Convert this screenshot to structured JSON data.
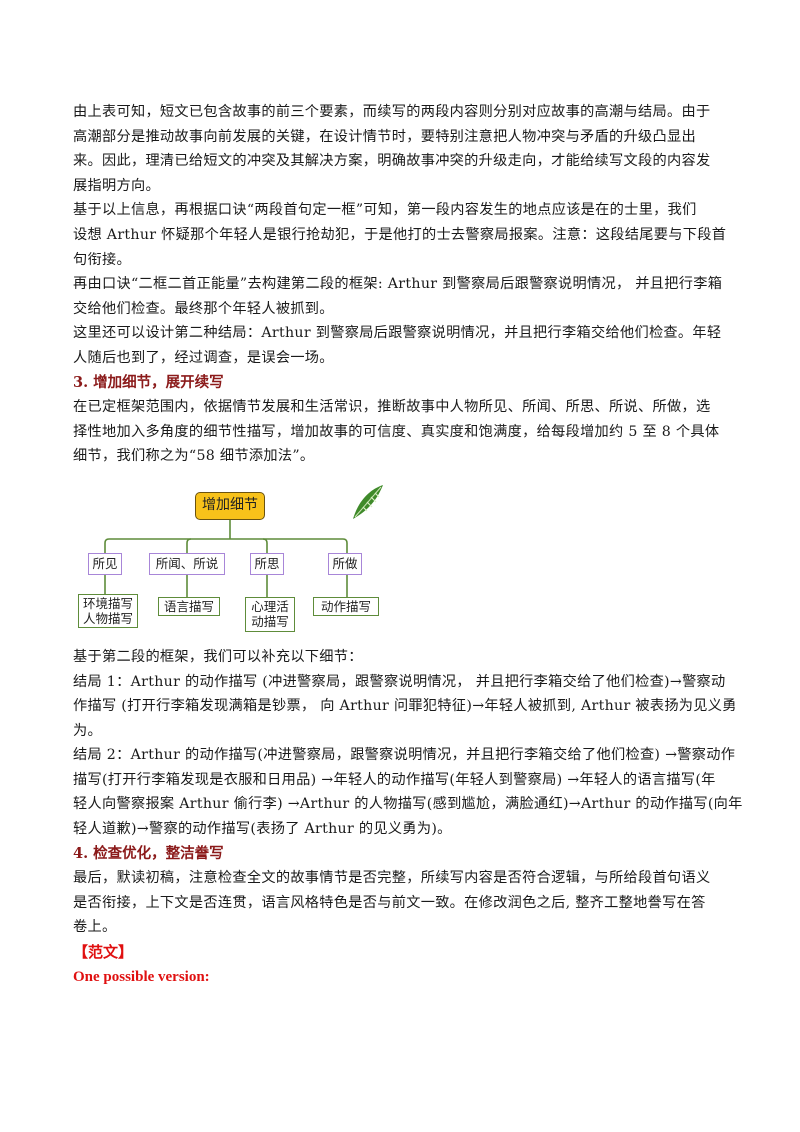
{
  "para1": [
    "由上表可知，短文已包含故事的前三个要素，而续写的两段内容则分别对应故事的高潮与结局。由于",
    "高潮部分是推动故事向前发展的关键，在设计情节时，要特别注意把人物冲突与矛盾的升级凸显出",
    "来。因此，理清已给短文的冲突及其解决方案，明确故事冲突的升级走向，才能给续写文段的内容发",
    "展指明方向。"
  ],
  "para2": [
    "基于以上信息，再根据口诀“两段首句定一框”可知，第一段内容发生的地点应该是在的士里，我们",
    "设想 Arthur 怀疑那个年轻人是银行抢劫犯，于是他打的士去警察局报案。注意：这段结尾要与下段首",
    "句衔接。"
  ],
  "para3": [
    "再由口诀“二框二首正能量”去构建第二段的框架: Arthur 到警察局后跟警察说明情况，  并且把行李箱",
    "交给他们检查。最终那个年轻人被抓到。"
  ],
  "para4": [
    "这里还可以设计第二种结局：Arthur 到警察局后跟警察说明情况，并且把行李箱交给他们检查。年轻",
    "人随后也到了，经过调查，是误会一场。"
  ],
  "heading3": "3. 增加细节，展开续写",
  "para5": [
    "在已定框架范围内，依据情节发展和生活常识，推断故事中人物所见、所闻、所思、所说、所做，选",
    "择性地加入多角度的细节性描写，增加故事的可信度、真实度和饱满度，给每段增加约 5 至 8 个具体",
    "细节，我们称之为“58 细节添加法”。"
  ],
  "diagram": {
    "root": "增加细节",
    "categories": [
      "所见",
      "所闻、所说",
      "所思",
      "所做"
    ],
    "leaves": [
      [
        "环境描写",
        "人物描写"
      ],
      [
        "语言描写"
      ],
      [
        "心理活",
        "动描写"
      ],
      [
        "动作描写"
      ]
    ],
    "colors": {
      "root_fill": "#f8c21a",
      "line": "#5e8c3a",
      "category_border": "#a886d8",
      "leaf_border": "#5e8c3a"
    },
    "decoration": "leaf-icon"
  },
  "para6": [
    "基于第二段的框架，我们可以补充以下细节："
  ],
  "ending1": [
    "结局 1：Arthur 的动作描写 (冲进警察局，跟警察说明情况，  并且把行李箱交给了他们检查)→警察动",
    "作描写 (打开行李箱发现满箱是钞票，  向 Arthur 问罪犯特征)→年轻人被抓到, Arthur 被表扬为见义勇",
    "为。"
  ],
  "ending2": [
    "结局 2：Arthur 的动作描写(冲进警察局，跟警察说明情况，并且把行李箱交给了他们检查) →警察动作",
    "描写(打开行李箱发现是衣服和日用品) →年轻人的动作描写(年轻人到警察局) →年轻人的语言描写(年",
    "轻人向警察报案 Arthur 偷行李) →Arthur 的人物描写(感到尴尬，满脸通红)→Arthur 的动作描写(向年",
    "轻人道歉)→警察的动作描写(表扬了 Arthur 的见义勇为)。"
  ],
  "heading4": "4. 检查优化，整洁誊写",
  "para7": [
    "最后，默读初稿，注意检查全文的故事情节是否完整，所续写内容是否符合逻辑，与所给段首句语义",
    "是否衔接，上下文是否连贯，语言风格特色是否与前文一致。在修改润色之后, 整齐工整地誊写在答",
    "卷上。"
  ],
  "sample_label": "【范文】",
  "sample_subtitle": "One possible version:",
  "colors": {
    "heading": "#8b1a1a",
    "sample": "#e01010",
    "text": "#1a1a1a"
  }
}
